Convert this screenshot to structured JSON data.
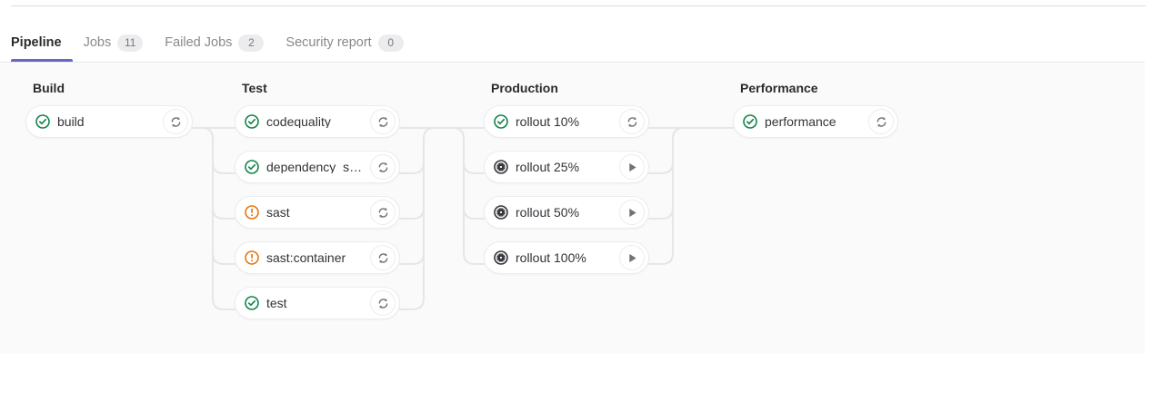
{
  "tabs": [
    {
      "label": "Pipeline",
      "badge": null,
      "active": true
    },
    {
      "label": "Jobs",
      "badge": "11",
      "active": false
    },
    {
      "label": "Failed Jobs",
      "badge": "2",
      "active": false
    },
    {
      "label": "Security report",
      "badge": "0",
      "active": false
    }
  ],
  "colors": {
    "accent": "#6666c4",
    "success": "#108548",
    "warning": "#e9740d",
    "manual": "#333238",
    "panel_bg": "#fafafa",
    "card_border": "#ececef"
  },
  "stages": [
    {
      "name": "Build",
      "jobs": [
        {
          "name": "build",
          "status": "success",
          "status_icon": "status-success-icon",
          "action": "retry",
          "action_icon": "retry-icon"
        }
      ]
    },
    {
      "name": "Test",
      "jobs": [
        {
          "name": "codequality",
          "status": "success",
          "status_icon": "status-success-icon",
          "action": "retry",
          "action_icon": "retry-icon"
        },
        {
          "name": "dependency_s…",
          "status": "success",
          "status_icon": "status-success-icon",
          "action": "retry",
          "action_icon": "retry-icon"
        },
        {
          "name": "sast",
          "status": "warning",
          "status_icon": "status-warning-icon",
          "action": "retry",
          "action_icon": "retry-icon"
        },
        {
          "name": "sast:container",
          "status": "warning",
          "status_icon": "status-warning-icon",
          "action": "retry",
          "action_icon": "retry-icon"
        },
        {
          "name": "test",
          "status": "success",
          "status_icon": "status-success-icon",
          "action": "retry",
          "action_icon": "retry-icon"
        }
      ]
    },
    {
      "name": "Production",
      "jobs": [
        {
          "name": "rollout 10%",
          "status": "success",
          "status_icon": "status-success-icon",
          "action": "retry",
          "action_icon": "retry-icon"
        },
        {
          "name": "rollout 25%",
          "status": "manual",
          "status_icon": "status-manual-icon",
          "action": "play",
          "action_icon": "play-icon"
        },
        {
          "name": "rollout 50%",
          "status": "manual",
          "status_icon": "status-manual-icon",
          "action": "play",
          "action_icon": "play-icon"
        },
        {
          "name": "rollout 100%",
          "status": "manual",
          "status_icon": "status-manual-icon",
          "action": "play",
          "action_icon": "play-icon"
        }
      ]
    },
    {
      "name": "Performance",
      "jobs": [
        {
          "name": "performance",
          "status": "success",
          "status_icon": "status-success-icon",
          "action": "retry",
          "action_icon": "retry-icon"
        }
      ]
    }
  ]
}
